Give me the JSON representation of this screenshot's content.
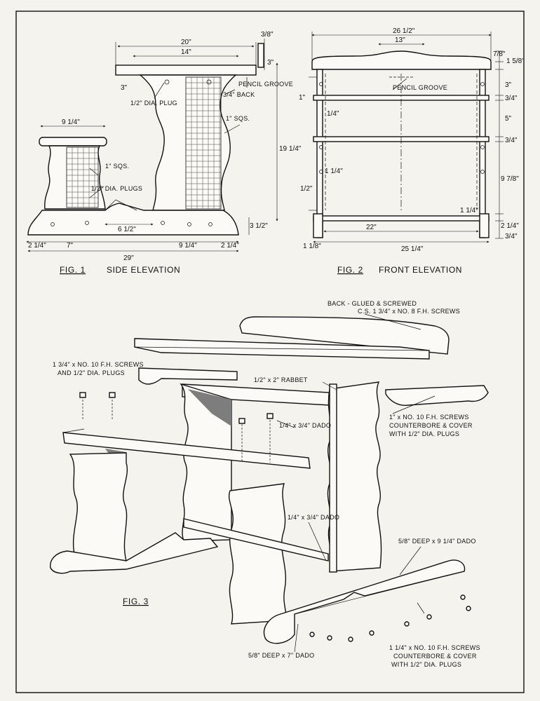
{
  "fig1": {
    "number": "FIG. 1",
    "title": "SIDE ELEVATION",
    "dims": {
      "top_width": "20\"",
      "inner_width": "14\"",
      "setback": "3\"",
      "back_height": "3\"",
      "back_thickness": "3/8\"",
      "seat_width": "9 1/4\"",
      "height": "19 1/4\"",
      "base_height": "3 1/2\"",
      "cutout": "6 1/2\"",
      "overall_length": "29\"",
      "foot_left": "2 1/4\"",
      "seat_base": "7\"",
      "leg_span": "9 1/4\"",
      "foot_right": "2 1/4\""
    },
    "labels": {
      "pencil_groove": "PENCIL GROOVE",
      "plug": "1/2\" DIA. PLUG",
      "back_thk": "3/4\" BACK",
      "squares_desk": "1\" SQS.",
      "squares_seat": "1\" SQS.",
      "plugs": "1/2\" DIA. PLUGS"
    }
  },
  "fig2": {
    "number": "FIG. 2",
    "title": "FRONT ELEVATION",
    "dims": {
      "top_width": "26 1/2\"",
      "inner_width": "13\"",
      "top_thick": "7/8\"",
      "back_h": "1 5/8\"",
      "top_rail": "3\"",
      "shelf_gap": "3/4\"",
      "mid_space": "5\"",
      "shelf_thick": "3/4\"",
      "lower_space": "9 7/8\"",
      "stretcher_thick": "1 1/4\"",
      "stretcher_h": "2 1/4\"",
      "foot_h": "3/4\"",
      "rail_a": "1\"",
      "rail_b": "1/4\"",
      "rail_c": "1/2\"",
      "rail_d": "1 1/4\"",
      "inner": "22\"",
      "overall": "25 1/4\"",
      "foot_w": "1 1/8\""
    },
    "labels": {
      "pencil_groove": "PENCIL GROOVE"
    }
  },
  "fig3": {
    "number": "FIG. 3",
    "notes": {
      "back_line1": "BACK - GLUED & SCREWED",
      "back_line2": "C.S. 1 3/4\" x NO. 8 F.H. SCREWS",
      "screws_line1": "1 3/4\" x NO. 10 F.H. SCREWS",
      "screws_line2": "AND 1/2\" DIA. PLUGS",
      "rabbet": "1/2\" x 2\" RABBET",
      "dado_top": "1/4\" x 3/4\" DADO",
      "dado_mid": "1/4\" x 3/4\" DADO",
      "right_line1": "1\" x NO. 10 F.H. SCREWS",
      "right_line2": "COUNTERBORE & COVER",
      "right_line3": "WITH 1/2\" DIA. PLUGS",
      "deep_dado": "5/8\" DEEP x 9 1/4\" DADO",
      "bottom_line1": "1 1/4\" x NO. 10 F.H. SCREWS",
      "bottom_line2": "COUNTERBORE & COVER",
      "bottom_line3": "WITH 1/2\" DIA. PLUGS",
      "dado_7": "5/8\" DEEP x 7\" DADO"
    }
  }
}
